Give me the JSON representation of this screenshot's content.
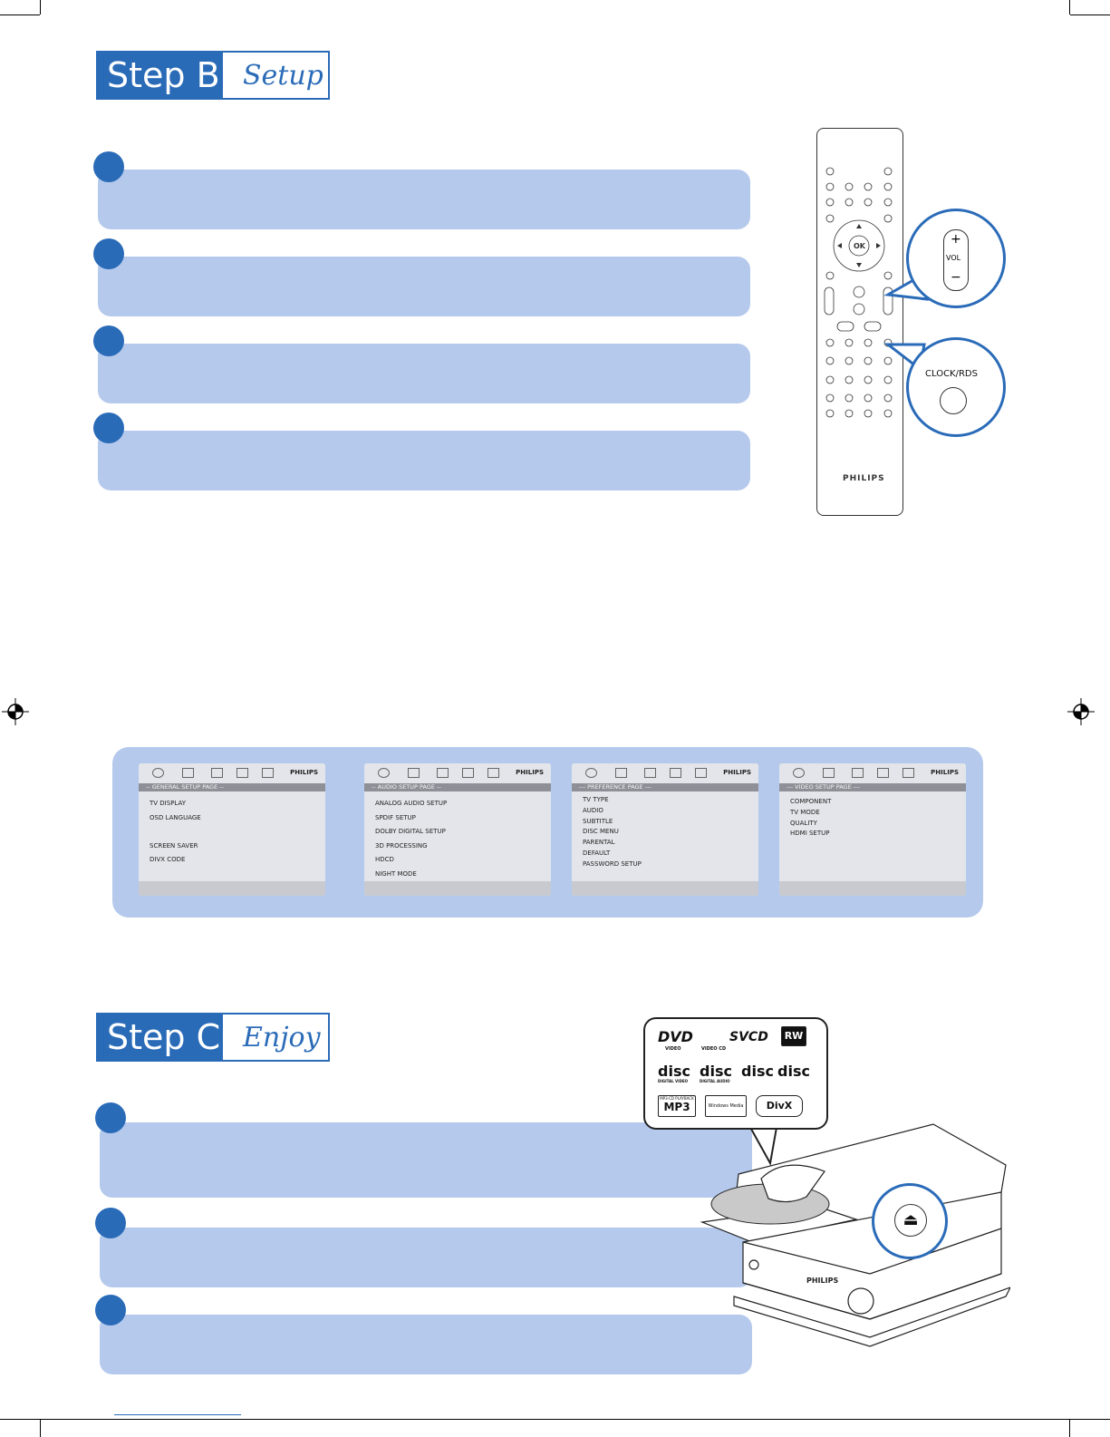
{
  "step_b": {
    "title": "Step B",
    "subtitle": "Setup"
  },
  "step_c": {
    "title": "Step C",
    "subtitle": "Enjoy"
  },
  "remote": {
    "brand": "PHILIPS",
    "ok_label": "OK",
    "callout_vol": {
      "plus": "+",
      "label": "VOL",
      "minus": "−"
    },
    "callout_clock": {
      "label": "CLOCK/RDS"
    }
  },
  "menus": [
    {
      "brand": "PHILIPS",
      "title": "-- GENERAL SETUP PAGE --",
      "items": [
        "TV DISPLAY",
        "OSD LANGUAGE",
        "",
        "SCREEN SAVER",
        "DIVX CODE"
      ]
    },
    {
      "brand": "PHILIPS",
      "title": "-- AUDIO SETUP PAGE --",
      "items": [
        "ANALOG AUDIO SETUP",
        "SPDIF SETUP",
        "DOLBY DIGITAL SETUP",
        "3D PROCESSING",
        "HDCD",
        "NIGHT MODE"
      ]
    },
    {
      "brand": "PHILIPS",
      "title": "--- PREFERENCE PAGE ---",
      "items": [
        "TV TYPE",
        "AUDIO",
        "SUBTITLE",
        "DISC MENU",
        "PARENTAL",
        "DEFAULT",
        "PASSWORD SETUP"
      ]
    },
    {
      "brand": "PHILIPS",
      "title": "--- VIDEO SETUP PAGE ---",
      "items": [
        "COMPONENT",
        "TV MODE",
        "QUALITY",
        "HDMI SETUP"
      ]
    }
  ],
  "disc_logos": {
    "dvd": "DVD",
    "dvd_sub": "VIDEO",
    "vcd": "VIDEO CD",
    "svcd": "SVCD",
    "rw": "RW",
    "disc1": "disc",
    "disc1_sub": "DIGITAL VIDEO",
    "disc2": "disc",
    "disc2_sub": "DIGITAL AUDIO",
    "disc3": "disc",
    "disc4": "disc",
    "mp3": "MP3",
    "mp3_sub": "MP3-CD PLAYBACK",
    "windows": "Windows Media",
    "divx": "DivX"
  },
  "unit": {
    "brand": "PHILIPS",
    "eject": "⏏"
  }
}
